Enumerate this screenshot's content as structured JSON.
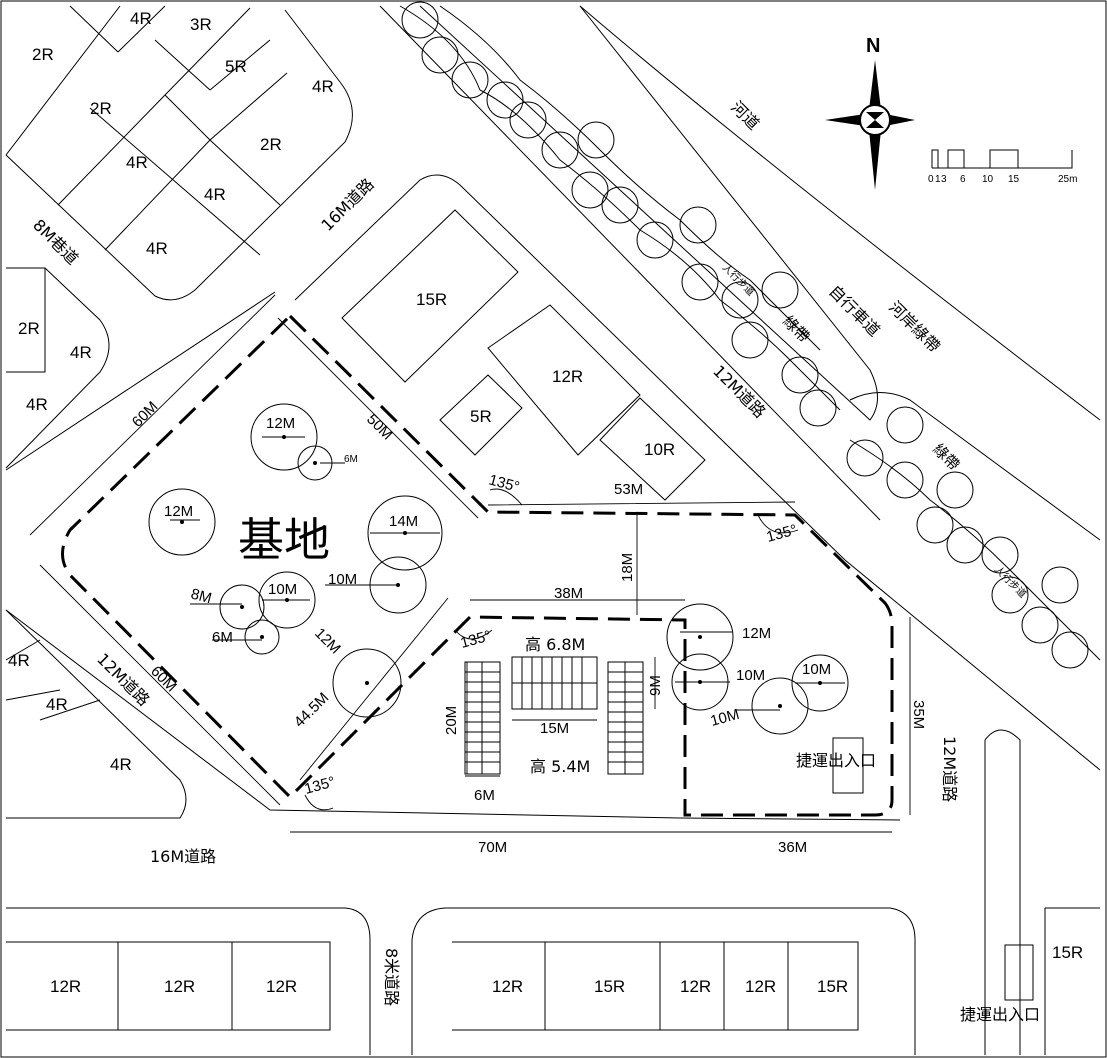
{
  "site_label": "基地",
  "north_label": "N",
  "scale_bar_labels": [
    "0",
    "1",
    "3",
    "6",
    "10",
    "15",
    "25m"
  ],
  "blocks": {
    "nw_1": "4R",
    "nw_2": "3R",
    "nw_3": "2R",
    "nw_4": "5R",
    "nw_5": "4R",
    "nw_6": "2R",
    "nw_7": "2R",
    "nw_8": "4R",
    "nw_9": "4R",
    "nw_10": "4R",
    "w_1": "2R",
    "w_2": "4R",
    "w_3": "4R",
    "sw_1": "4R",
    "sw_2": "4R",
    "sw_3": "4R",
    "n_1": "15R",
    "n_2": "12R",
    "n_3": "5R",
    "n_4": "10R",
    "s_1": "12R",
    "s_2": "12R",
    "s_3": "12R",
    "s_4": "12R",
    "s_5": "15R",
    "s_6": "12R",
    "s_7": "12R",
    "s_8": "15R",
    "se_1": "15R"
  },
  "roads": {
    "r16_north": "16M道路",
    "r8_lane": "8M巷道",
    "r12_west": "12M道路",
    "r16_south": "16M道路",
    "r8_south": "8米道路",
    "r12_northeast": "12M道路",
    "r12_east": "12M道路",
    "river": "河道",
    "bike_lane": "自行車道",
    "riverside_green": "河岸綠帶",
    "green_1": "綠帶",
    "green_2": "綠帶",
    "walk_1": "人行步道",
    "walk_2": "人行步道"
  },
  "dimensions": {
    "d60_nw": "60M",
    "d50": "50M",
    "d60_sw": "60M",
    "d53": "53M",
    "d18": "18M",
    "d38": "38M",
    "d44_5": "44.5M",
    "d35": "35M",
    "d70": "70M",
    "d36": "36M",
    "d20": "20M",
    "d15": "15M",
    "d6": "6M",
    "d9": "9M",
    "h68": "高 6.8M",
    "h54": "高 5.4M",
    "a1": "135°",
    "a2": "135°",
    "a3": "135°",
    "a4": "135°"
  },
  "trees": {
    "t1": "12M",
    "t2": "6M",
    "t3": "12M",
    "t4": "14M",
    "t5": "10M",
    "t6": "8M",
    "t7": "10M",
    "t8": "6M",
    "t9": "12M",
    "t10": "12M",
    "t11": "10M",
    "t12": "10M",
    "t13": "10M"
  },
  "entrances": {
    "metro_1": "捷運出入口",
    "metro_2": "捷運出入口"
  }
}
